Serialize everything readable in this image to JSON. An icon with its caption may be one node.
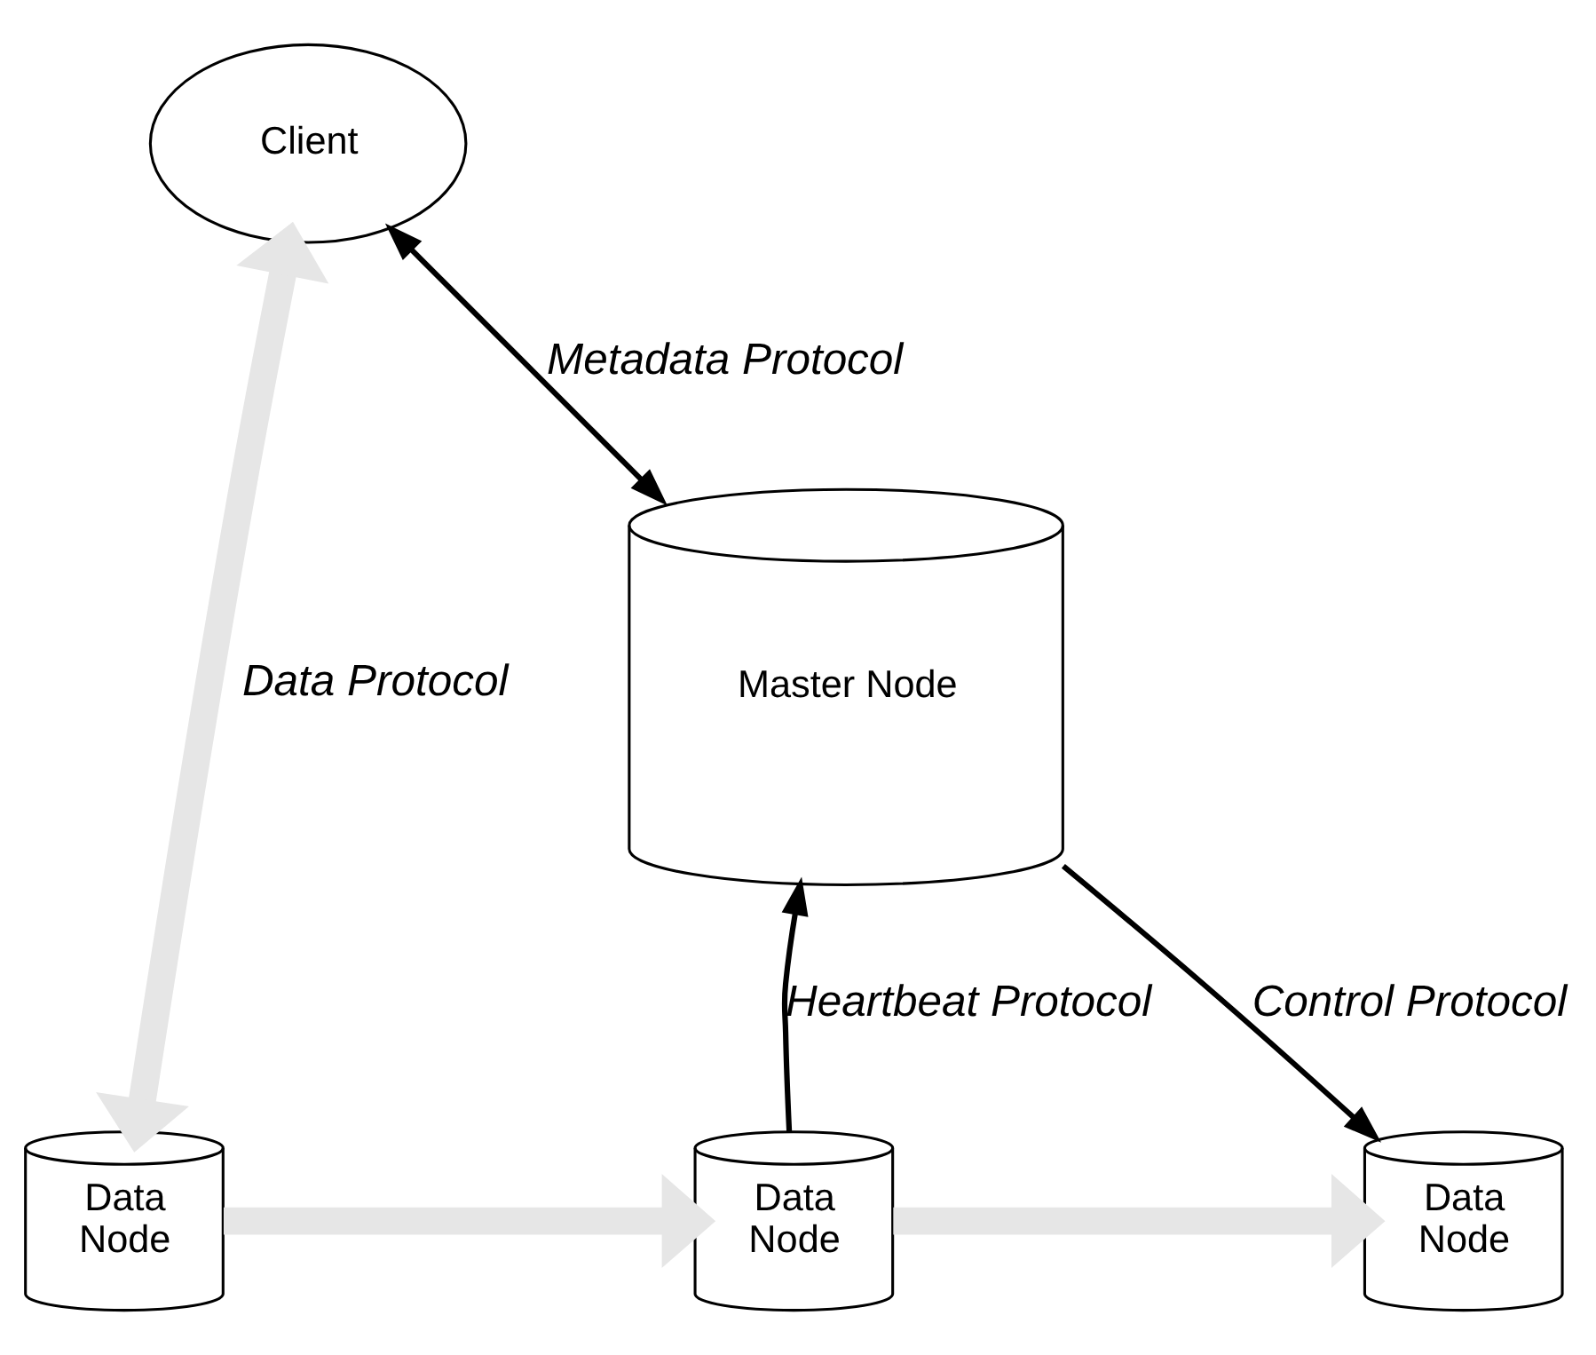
{
  "diagram": {
    "nodes": [
      {
        "text": [
          "Client"
        ]
      },
      {
        "text": [
          "Master Node"
        ]
      },
      {
        "text": [
          "Data Node"
        ]
      },
      {
        "text": [
          "Data Node"
        ]
      },
      {
        "text": [
          "Data Node"
        ]
      }
    ],
    "edges": [
      {
        "from": 0,
        "to": 1,
        "arrow": "both",
        "label": "Metadata Protocol"
      },
      {
        "from": 0,
        "to": 2,
        "arrow": "both",
        "label": "Data Protocol",
        "style": "thick",
        "color": "#e6e6e6"
      },
      {
        "from": 3,
        "to": 1,
        "arrow": "to",
        "label": "Heartbeat Protocol"
      },
      {
        "from": 1,
        "to": 4,
        "arrow": "to",
        "label": "Control Protocol"
      },
      {
        "from": 2,
        "to": 3,
        "arrow": "to",
        "style": "thick",
        "color": "#e6e6e6"
      },
      {
        "from": 3,
        "to": 4,
        "arrow": "to",
        "style": "thick",
        "color": "#e6e6e6"
      }
    ]
  }
}
